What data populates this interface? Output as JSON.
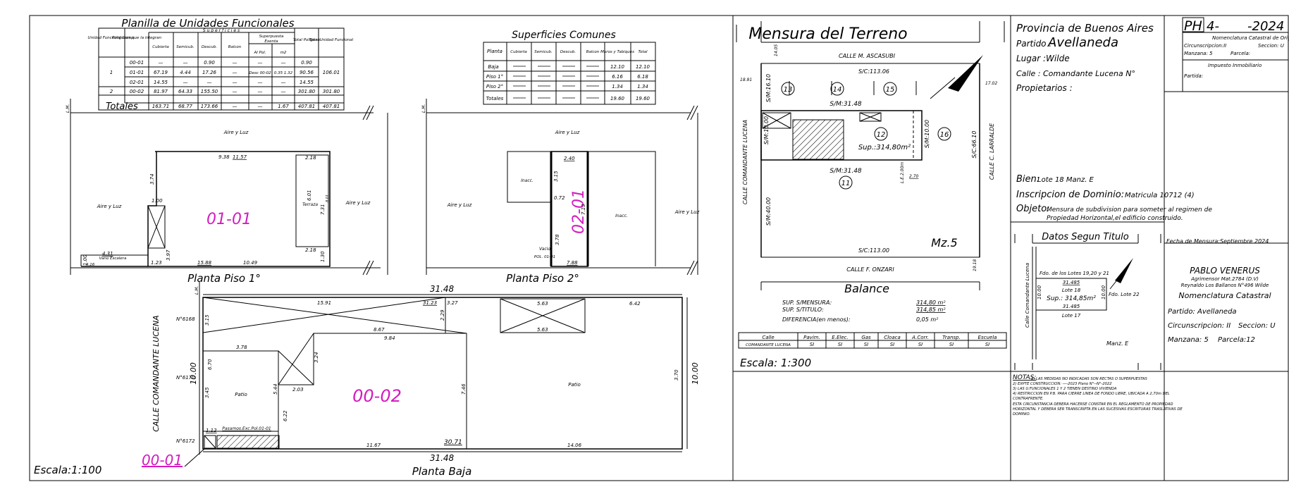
{
  "planilla": {
    "title": "Planilla de Unidades Funcionales",
    "superficies": "S u p e r f i c i e s",
    "headers": [
      "Unidad Funcional Compl.",
      "Poligonos que la integran",
      "Cubierta",
      "Semicub.",
      "Descub.",
      "Balcon",
      "Superpuesta Exenta",
      "Al Pol.",
      "m2",
      "Total Poligono",
      "Total Unidad Funcional"
    ],
    "h_unidad": "Unidad Funcional Comp.",
    "h_polig": "Poligonos que la integran",
    "h_cub": "Cubierta",
    "h_semi": "Semicub.",
    "h_desc": "Descub.",
    "h_balc": "Balcon",
    "h_sup": "Superpuesta",
    "h_exenta": "Exenta",
    "h_alpol": "Al Pol.",
    "h_m2": "m2",
    "h_totpol": "Total Poligono",
    "h_totuf": "Total Unidad Funcional",
    "r1_uf": "1",
    "r1a_pol": "00-01",
    "r1a_cub": "—",
    "r1a_semi": "—",
    "r1a_desc": "0.90",
    "r1a_balc": "—",
    "r1a_alpol": "—",
    "r1a_m2": "—",
    "r1a_tot": "0.90",
    "r1b_pol": "01-01",
    "r1b_cub": "67.19",
    "r1b_semi": "4.44",
    "r1b_desc": "17.26",
    "r1b_balc": "—",
    "r1b_alpol": "Desc 00-02",
    "r1b_m2": "0.35 1.32",
    "r1b_tot": "90.56",
    "r1_totuf": "106.01",
    "r1c_pol": "02-01",
    "r1c_cub": "14.55",
    "r1c_semi": "—",
    "r1c_desc": "—",
    "r1c_balc": "—",
    "r1c_alpol": "—",
    "r1c_m2": "—",
    "r1c_tot": "14.55",
    "r2_uf": "2",
    "r2_pol": "00-02",
    "r2_cub": "81.97",
    "r2_semi": "64.33",
    "r2_desc": "155.50",
    "r2_balc": "—",
    "r2_alpol": "—",
    "r2_m2": "—",
    "r2_tot": "301.80",
    "r2_totuf": "301.80",
    "tot_label": "Totales",
    "tot_cub": "163.71",
    "tot_semi": "68.77",
    "tot_desc": "173.66",
    "tot_balc": "—",
    "tot_alpol": "—",
    "tot_m2": "1.67",
    "tot_tot": "407.81",
    "tot_totuf": "407.81"
  },
  "comunes": {
    "title": "Superficies Comunes",
    "h_planta": "Planta",
    "h_cub": "Cubierta",
    "h_semi": "Semicub.",
    "h_desc": "Descub.",
    "h_balc": "Balcon",
    "h_muros": "Muros y Tabiques",
    "h_total": "Total",
    "r1": "Baja",
    "r1_m": "12.10",
    "r1_t": "12.10",
    "r2": "Piso 1°",
    "r2_m": "6.16",
    "r2_t": "6.18",
    "r3": "Piso 2°",
    "r3_m": "1.34",
    "r3_t": "1.34",
    "r4": "Totales",
    "r4_m": "19.60",
    "r4_t": "19.60",
    "dash": "—"
  },
  "planta1": {
    "aire_top": "Aire y Luz",
    "aire_left": "Aire y Luz",
    "aire_right": "Aire y Luz",
    "label": "01-01",
    "title": "Planta Piso 1°",
    "terraza": "Terraza",
    "escalera": "Vano Escalera",
    "d1": "9.38",
    "d2": "11.57",
    "d3": "2.18",
    "d4": "6.01",
    "d5": "7.31",
    "d6": "8.01",
    "d7": "3.74",
    "d8": "1.00",
    "d9": "3.97",
    "d10": "4.31",
    "d11": "4.16",
    "d12": "1.23",
    "d13": "15.88",
    "d14": "10.49",
    "d15": "2.18",
    "d16": "1.30",
    "d17": "1.00",
    "lm": "L.M."
  },
  "planta2": {
    "aire_top": "Aire y Luz",
    "aire_left": "Aire y Luz",
    "aire_right": "Aire y Luz",
    "label": "02-01",
    "title": "Planta Piso 2°",
    "inacc1": "Inacc.",
    "inacc2": "Inacc.",
    "vacio": "Vacio",
    "vacio_pol": "POL. 01-01",
    "d1": "2.40",
    "d2": "3.15",
    "d3": "0.72",
    "d4": "7.13",
    "d5": "3.78",
    "d6": "7.88",
    "lm": "L.M."
  },
  "plantabaja": {
    "title": "Planta Baja",
    "label1": "00-02",
    "label2": "00-01",
    "calle": "CALLE COMANDANTE LUCENA",
    "n1": "N°6168",
    "n2": "N°6170",
    "n3": "N°6172",
    "patio1": "Patio",
    "patio2": "Patio",
    "pasillo": "Pasamos.Exc.Pol.01-01",
    "top": "31.48",
    "bottom": "31.48",
    "left": "10.00",
    "right": "10.00",
    "d1": "15.91",
    "d2": "31.23",
    "d3": "3.27",
    "d4": "5.63",
    "d5": "6.42",
    "d6": "8.67",
    "d7": "9.84",
    "d8": "3.78",
    "d9": "2.29",
    "d10": "3.24",
    "d11": "2.03",
    "d12": "5.44",
    "d13": "6.22",
    "d14": "7.46",
    "d15": "11.67",
    "d16": "30.71",
    "d17": "14.06",
    "d18": "3.70",
    "d19": "5.63",
    "d20": "1.12",
    "d21": "6.70",
    "d22": "3.45",
    "d23": "3.15",
    "lm": "L.M.",
    "escala": "Escala:1:100"
  },
  "mensura": {
    "title": "Mensura del Terreno",
    "calle_top": "CALLE M. ASCASUBI",
    "calle_left": "CALLE COMANDANTE LUCENA",
    "calle_right": "CALLE C. LARRALDE",
    "calle_bottom": "CALLE F. ONZARI",
    "sc_top": "S/C:113.06",
    "sc_bottom": "S/C:113.00",
    "sc_right": "S/C:66.10",
    "sm_left1": "S/M:16.10",
    "sm_left2": "S/M:40.00",
    "smt": "S/M:31.48",
    "smb": "S/M:31.48",
    "sm10": "S/M:10.00",
    "sm10r": "S/M:10.00",
    "lot13": "13",
    "lot14": "14",
    "lot15": "15",
    "lot12": "12",
    "lot16": "16",
    "lot11": "11",
    "sup": "Sup.:314,80m²",
    "mz": "Mz.5",
    "c1": "14.05",
    "c2": "18.91",
    "c3": "17.02",
    "c4": "19.18",
    "c5": "2.70",
    "c6": "L.E.2.00m"
  },
  "balance": {
    "title": "Balance",
    "l1": "SUP. S/MENSURA:",
    "v1": "314,80 m²",
    "l2": "SUP. S/TITULO:",
    "v2": "314,85 m²",
    "l3": "DIFERENCIA(en menos):",
    "v3": "0,05 m²",
    "h": [
      "Calle",
      "Pavim.",
      "E.Elec.",
      "Gas",
      "Cloaca",
      "A.Corr.",
      "Transp.",
      "Escuela"
    ],
    "r": [
      "COMANDANTE LUCENA",
      "SI",
      "SI",
      "SI",
      "SI",
      "SI",
      "SI",
      "SI"
    ],
    "escala": "Escala: 1:300"
  },
  "info": {
    "provincia": "Provincia de Buenos Aires",
    "partido_l": "Partido :",
    "partido_v": "Avellaneda",
    "lugar": "Lugar :Wilde",
    "calle": "Calle : Comandante Lucena N°",
    "propietarios": "Propietarios :",
    "bien_l": "Bien:",
    "bien_v": "Lote 18 Manz. E",
    "inscr_l": "Inscripcion de Dominio:",
    "inscr_v": "Matricula 10712 (4)",
    "obj_l": "Objeto:",
    "obj_v1": "Mensura de subdivision para someter al regimen de",
    "obj_v2": "Propiedad Horizontal,el edificio construido."
  },
  "titulo": {
    "title": "Datos Segun Titulo",
    "fdo": "Fdo. de los Lotes 19,20 y 21",
    "lote": "Lote 18",
    "lote17": "Lote 17",
    "lote22": "Fdo. Lote 22",
    "sup": "Sup.: 314,85m²",
    "v1": "31.485",
    "v2": "31.485",
    "v3": "10.00",
    "v4": "10.00",
    "manz": "Manz. E",
    "calle": "Calle Comandante Lucena"
  },
  "notas": {
    "title": "NOTAS:",
    "lines": [
      "1) LAS MEDIDAS NO INDICADAS SON RECTAS O SUPERPUESTAS",
      "2) EXPTE CONSTRUCCION: ----2023 Plano N°--N°-2022",
      "3) LAS U.FUNCIONALES 1 Y 2 TIENEN DESTINO VIVIENDA",
      "4) RESTRICCION EN P.B. PARA CIERRE LINEA DE FONDO LIBRE, UBICADA A 2,70m DEL",
      "CONTRAFRENTE.",
      "ESTA CIRCUNSTANCIA DEBERA HACERSE CONSTAR EN EL REGLAMENTO DE PROPIEDAD",
      "HORIZONTAL Y DEBERA SER TRANSCRIPTA EN LAS SUCESIVAS ESCRITURAS TRASLATIVAS DE",
      "DOMINIO."
    ]
  },
  "cartouche": {
    "ph": "PH",
    "ph_num": "4-",
    "ph_year": "-2024",
    "nom_title": "Nomenclatura Catastral de Origen",
    "circ": "Circunscripcion:II",
    "secc": "Seccion: U",
    "manz": "Manzana: 5",
    "parc": "Parcela:",
    "imp": "Impuesto Inmobiliario",
    "partida": "Partida:",
    "fecha": "Fecha de Mensura:Septiembre 2024",
    "name": "PABLO VENERUS",
    "mat": "Agrimensor Mat.2784 (D.V)",
    "dir": "Reynaldo Los Ballanos N°496 Wilde",
    "nom2": "Nomenclatura Catastral",
    "part2": "Partido: Avellaneda",
    "circ2": "Circunscripcion: II",
    "secc2": "Seccion: U",
    "manz2": "Manzana: 5",
    "parc2": "Parcela:12"
  },
  "colors": {
    "accent": "#d41cc0",
    "line": "#000000"
  }
}
